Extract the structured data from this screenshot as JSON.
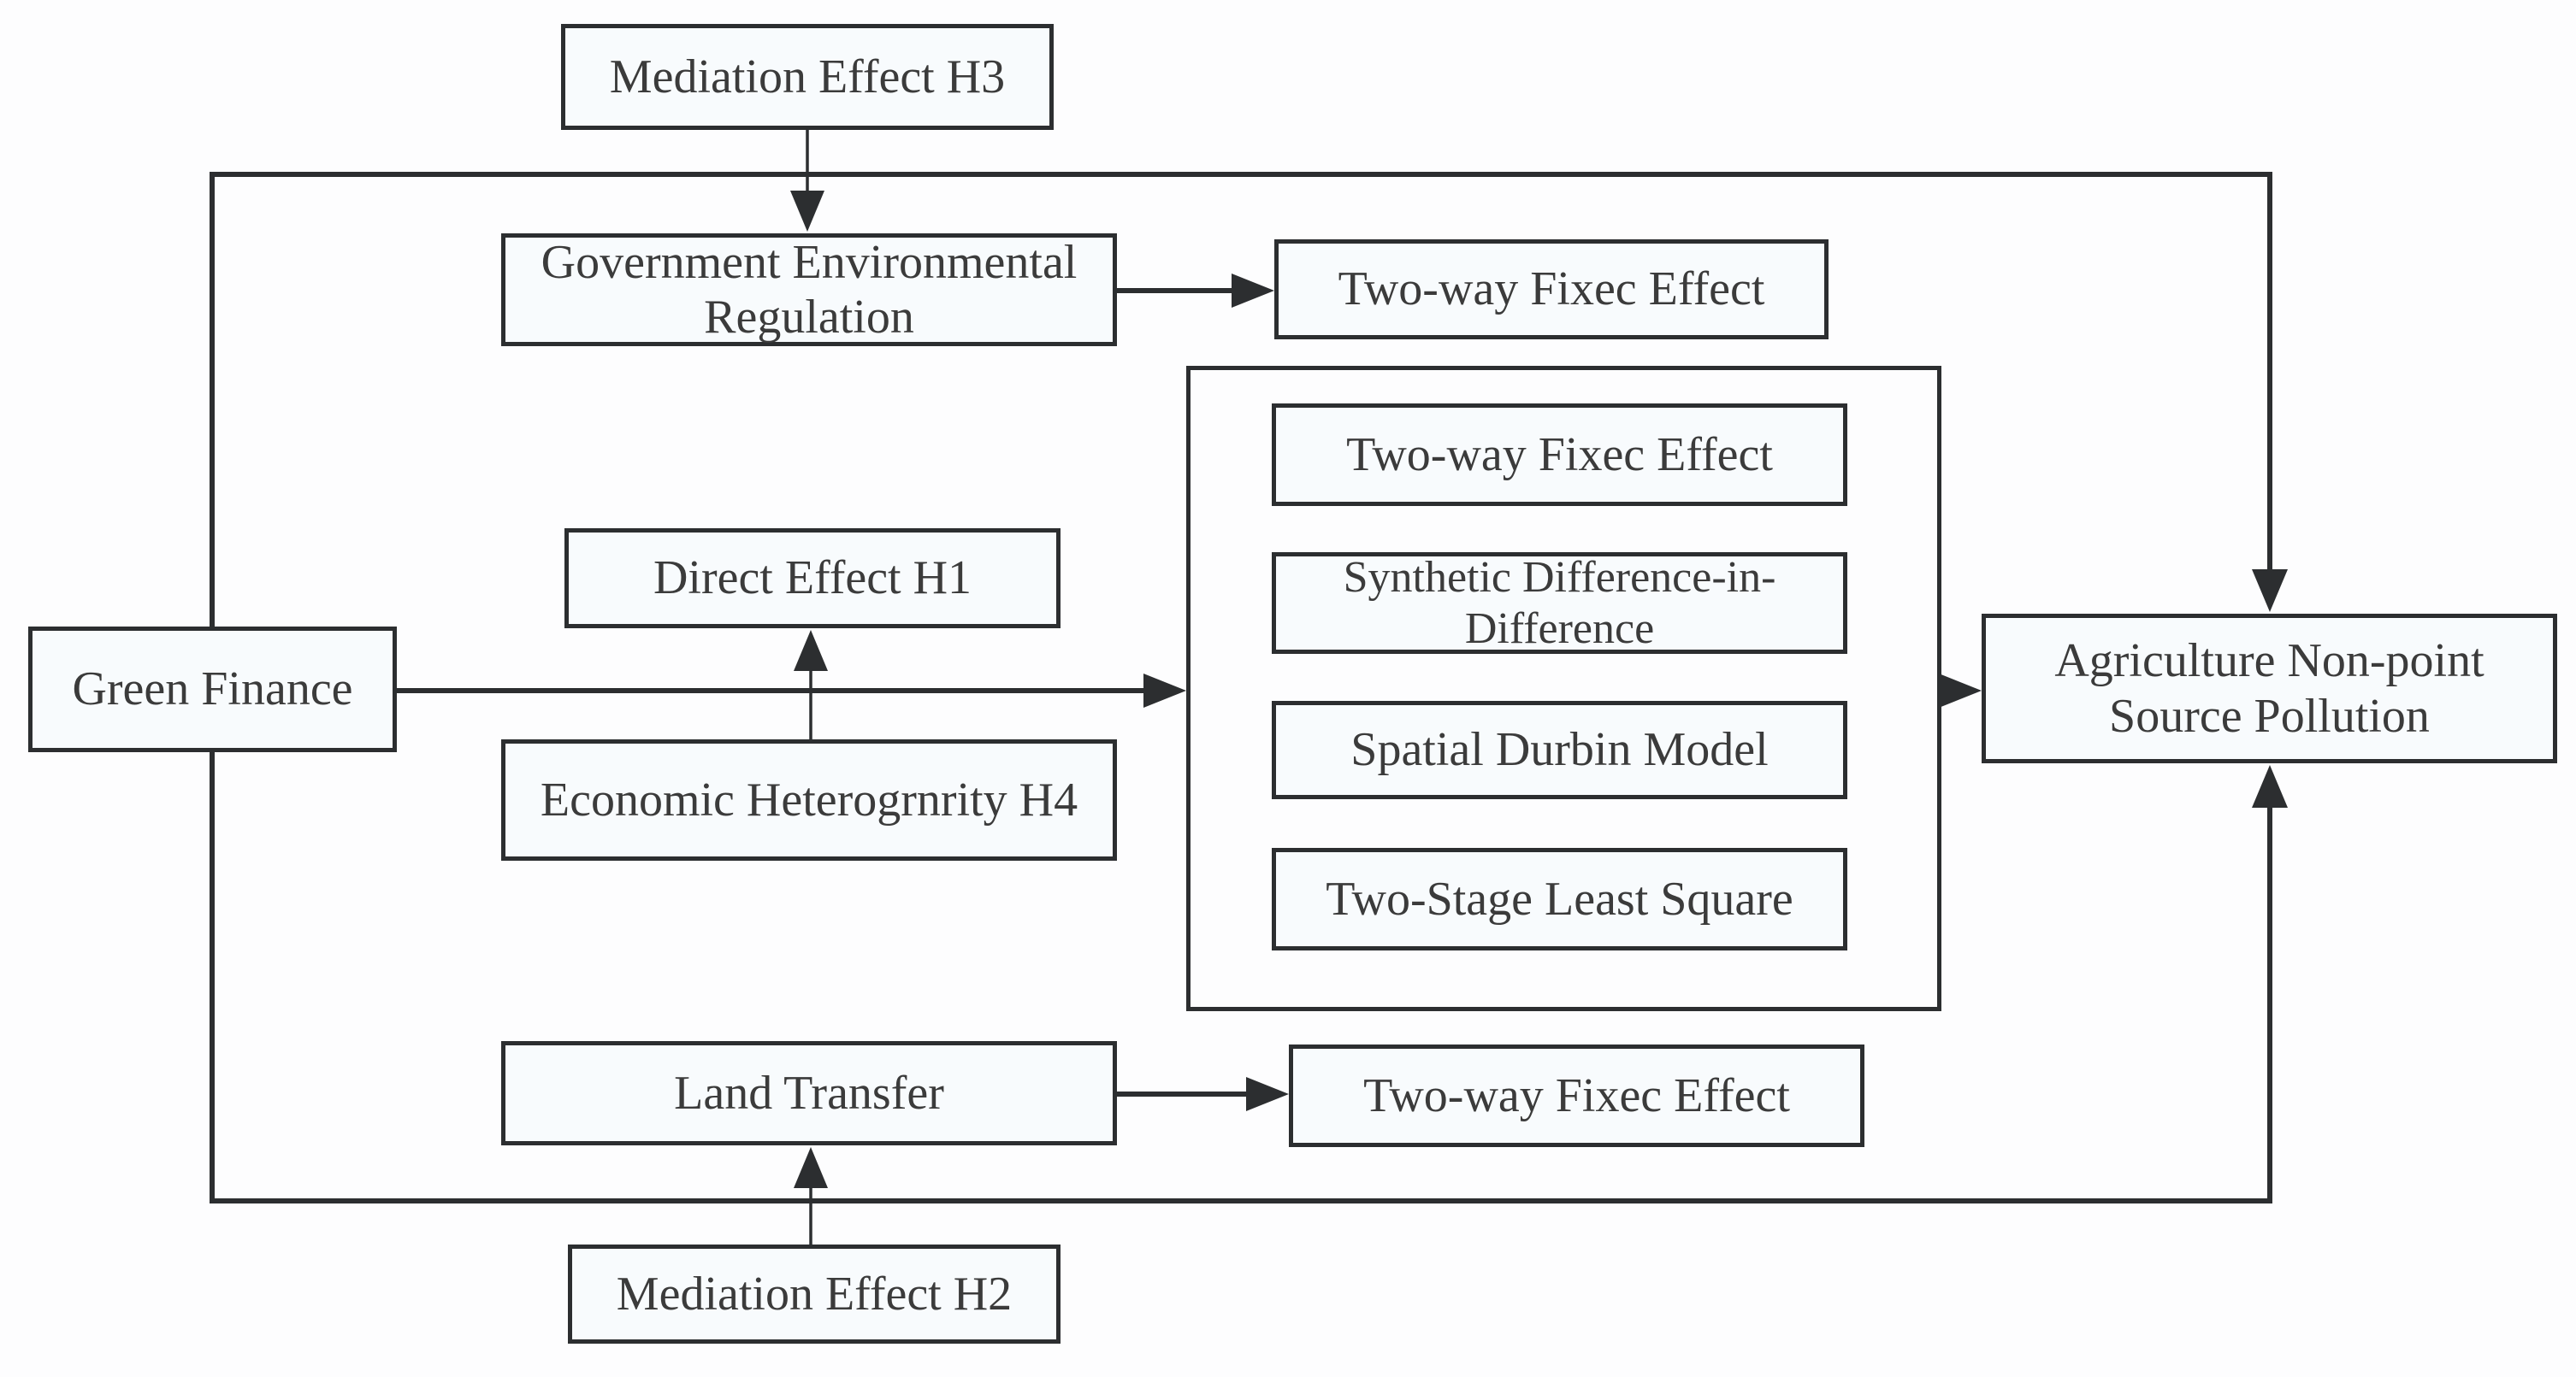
{
  "diagram": {
    "type": "flowchart",
    "nodes": {
      "green_finance": {
        "label": "Green Finance"
      },
      "mediation_h3": {
        "label": "Mediation Effect H3"
      },
      "gov_env_regulation": {
        "label": "Government Environmental\nRegulation"
      },
      "twoway_fixec_gov": {
        "label": "Two-way Fixec Effect"
      },
      "direct_effect_h1": {
        "label": "Direct Effect H1"
      },
      "economic_h4": {
        "label": "Economic Heterogrnrity H4"
      },
      "methods_twoway": {
        "label": "Two-way Fixec Effect"
      },
      "methods_synthetic": {
        "label": "Synthetic Difference-in-\nDifference"
      },
      "methods_durbin": {
        "label": "Spatial Durbin Model"
      },
      "methods_two_stage": {
        "label": "Two-Stage Least Square"
      },
      "agriculture_pollution": {
        "label": "Agriculture Non-point\nSource Pollution"
      },
      "land_transfer": {
        "label": "Land Transfer"
      },
      "twoway_fixec_land": {
        "label": "Two-way Fixec Effect"
      },
      "mediation_h2": {
        "label": "Mediation Effect H2"
      }
    },
    "edges": [
      {
        "from": "mediation_h3",
        "to": "gov_env_regulation"
      },
      {
        "from": "gov_env_regulation",
        "to": "twoway_fixec_gov"
      },
      {
        "from": "green_finance",
        "to": "agriculture_pollution",
        "route": "top-loop"
      },
      {
        "from": "green_finance",
        "to": "methods_group"
      },
      {
        "from": "economic_h4",
        "to": "direct_effect_h1"
      },
      {
        "from": "methods_group",
        "to": "agriculture_pollution"
      },
      {
        "from": "land_transfer",
        "to": "twoway_fixec_land"
      },
      {
        "from": "mediation_h2",
        "to": "land_transfer"
      },
      {
        "from": "green_finance",
        "to": "agriculture_pollution",
        "route": "bottom-loop"
      }
    ],
    "colors": {
      "line": "#2c2e30",
      "box_fill": "#f8fbfd",
      "text": "#3b3b3b",
      "background": "#fdfdfe"
    }
  }
}
